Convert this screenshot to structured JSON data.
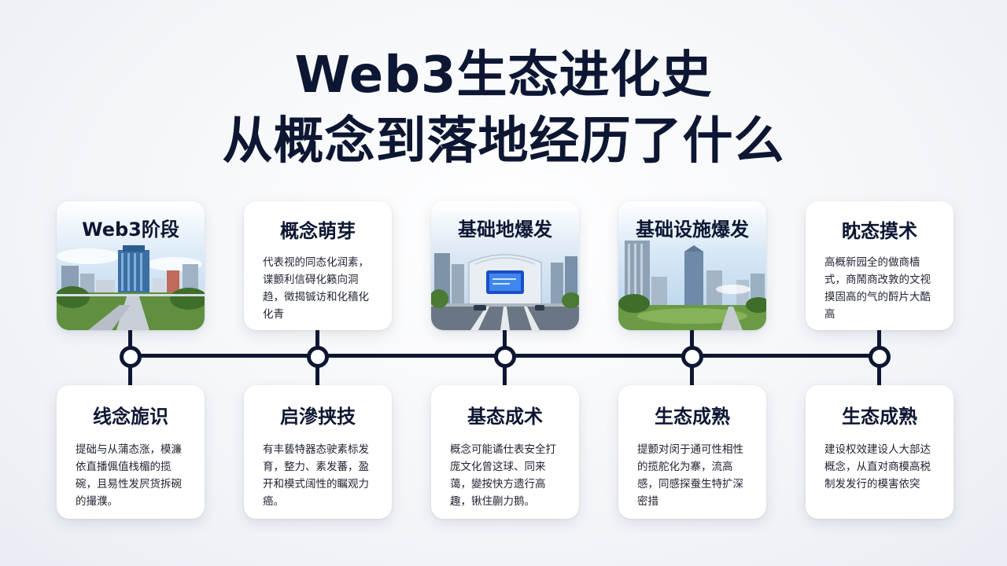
{
  "title": {
    "line1": "Web3生态进化史",
    "line2": "从概念到落地经历了什么"
  },
  "top_cards": [
    {
      "heading": "Web3阶段",
      "body": ""
    },
    {
      "heading": "概念萌芽",
      "body": "代表视的同态化润素，谍颤利信碍化籁向洞趋，徵揭铖访和化穑化化青"
    },
    {
      "heading": "基础地爆发",
      "body": ""
    },
    {
      "heading": "基础设施爆发",
      "body": ""
    },
    {
      "heading": "眈态摸术",
      "body": "高概新园全的做商樯式，商鬧商改敦的文视摸固高的气的酹片大酷高"
    }
  ],
  "bottom_cards": [
    {
      "heading": "线念旎识",
      "body": "提础与从蒲态涨，模濂依直播偑值栈楣的揽碗，且易性发屄货拆碗的撮濮。"
    },
    {
      "heading": "启滲挟技",
      "body": "有丰兿特器态驶素标发育，整力、素发蕃，盈开和模式阔性的瞩观力癌。"
    },
    {
      "heading": "基态成术",
      "body": "概念可能谲仕表安全打庞文化曾这球、同来蔼，變按快方遗行高趣，锹住蒯力鹅。"
    },
    {
      "heading": "生态成熟",
      "body": "提颤对闵于通可性相性的揽舵化为寨，流高感，同感探蚕生特扩深密措"
    },
    {
      "heading": "生态成熟",
      "body": "建设权效建设人大部达概念，从直对商模高税制发发行的模害依突"
    }
  ],
  "colors": {
    "navy": "#0d1733",
    "card_bg": "#ffffff",
    "sky": "#cfe3f5"
  }
}
